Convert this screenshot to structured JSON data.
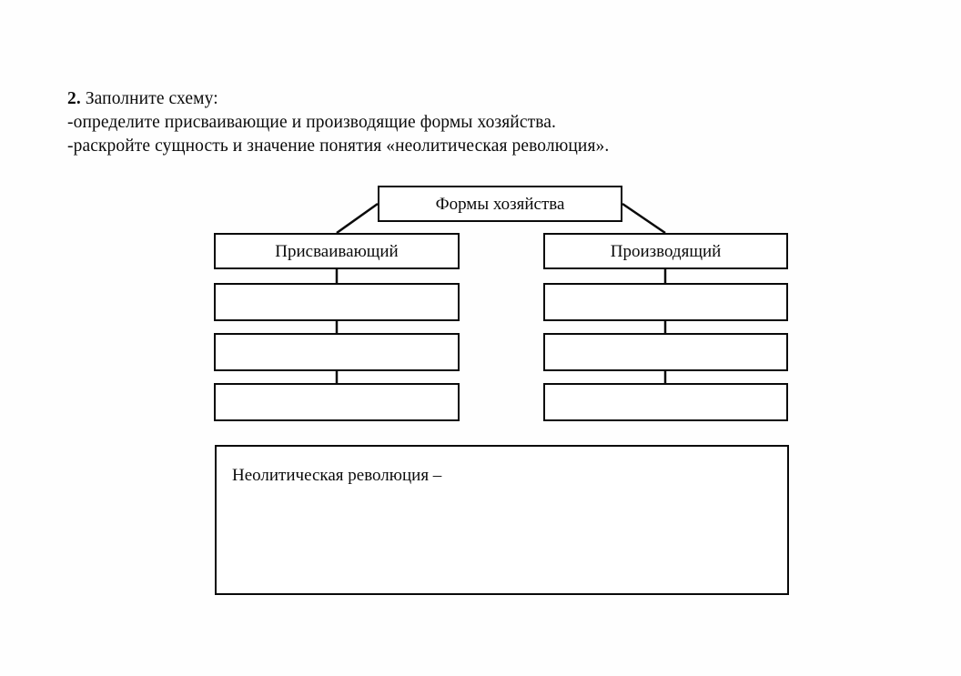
{
  "document": {
    "task_number": "2.",
    "task_title": "Заполните схему:",
    "bullets": [
      "-определите присваивающие и производящие формы хозяйства.",
      "-раскройте сущность и значение понятия «неолитическая революция»."
    ]
  },
  "diagram": {
    "root": {
      "label": "Формы хозяйства"
    },
    "branches": [
      {
        "label": "Присваивающий",
        "blanks": [
          "",
          "",
          ""
        ]
      },
      {
        "label": "Производящий",
        "blanks": [
          "",
          "",
          ""
        ]
      }
    ],
    "answer_box": {
      "prompt": "Неолитическая революция –",
      "value": ""
    }
  },
  "colors": {
    "ink": "#0a0a0a",
    "page": "#ffffff"
  }
}
